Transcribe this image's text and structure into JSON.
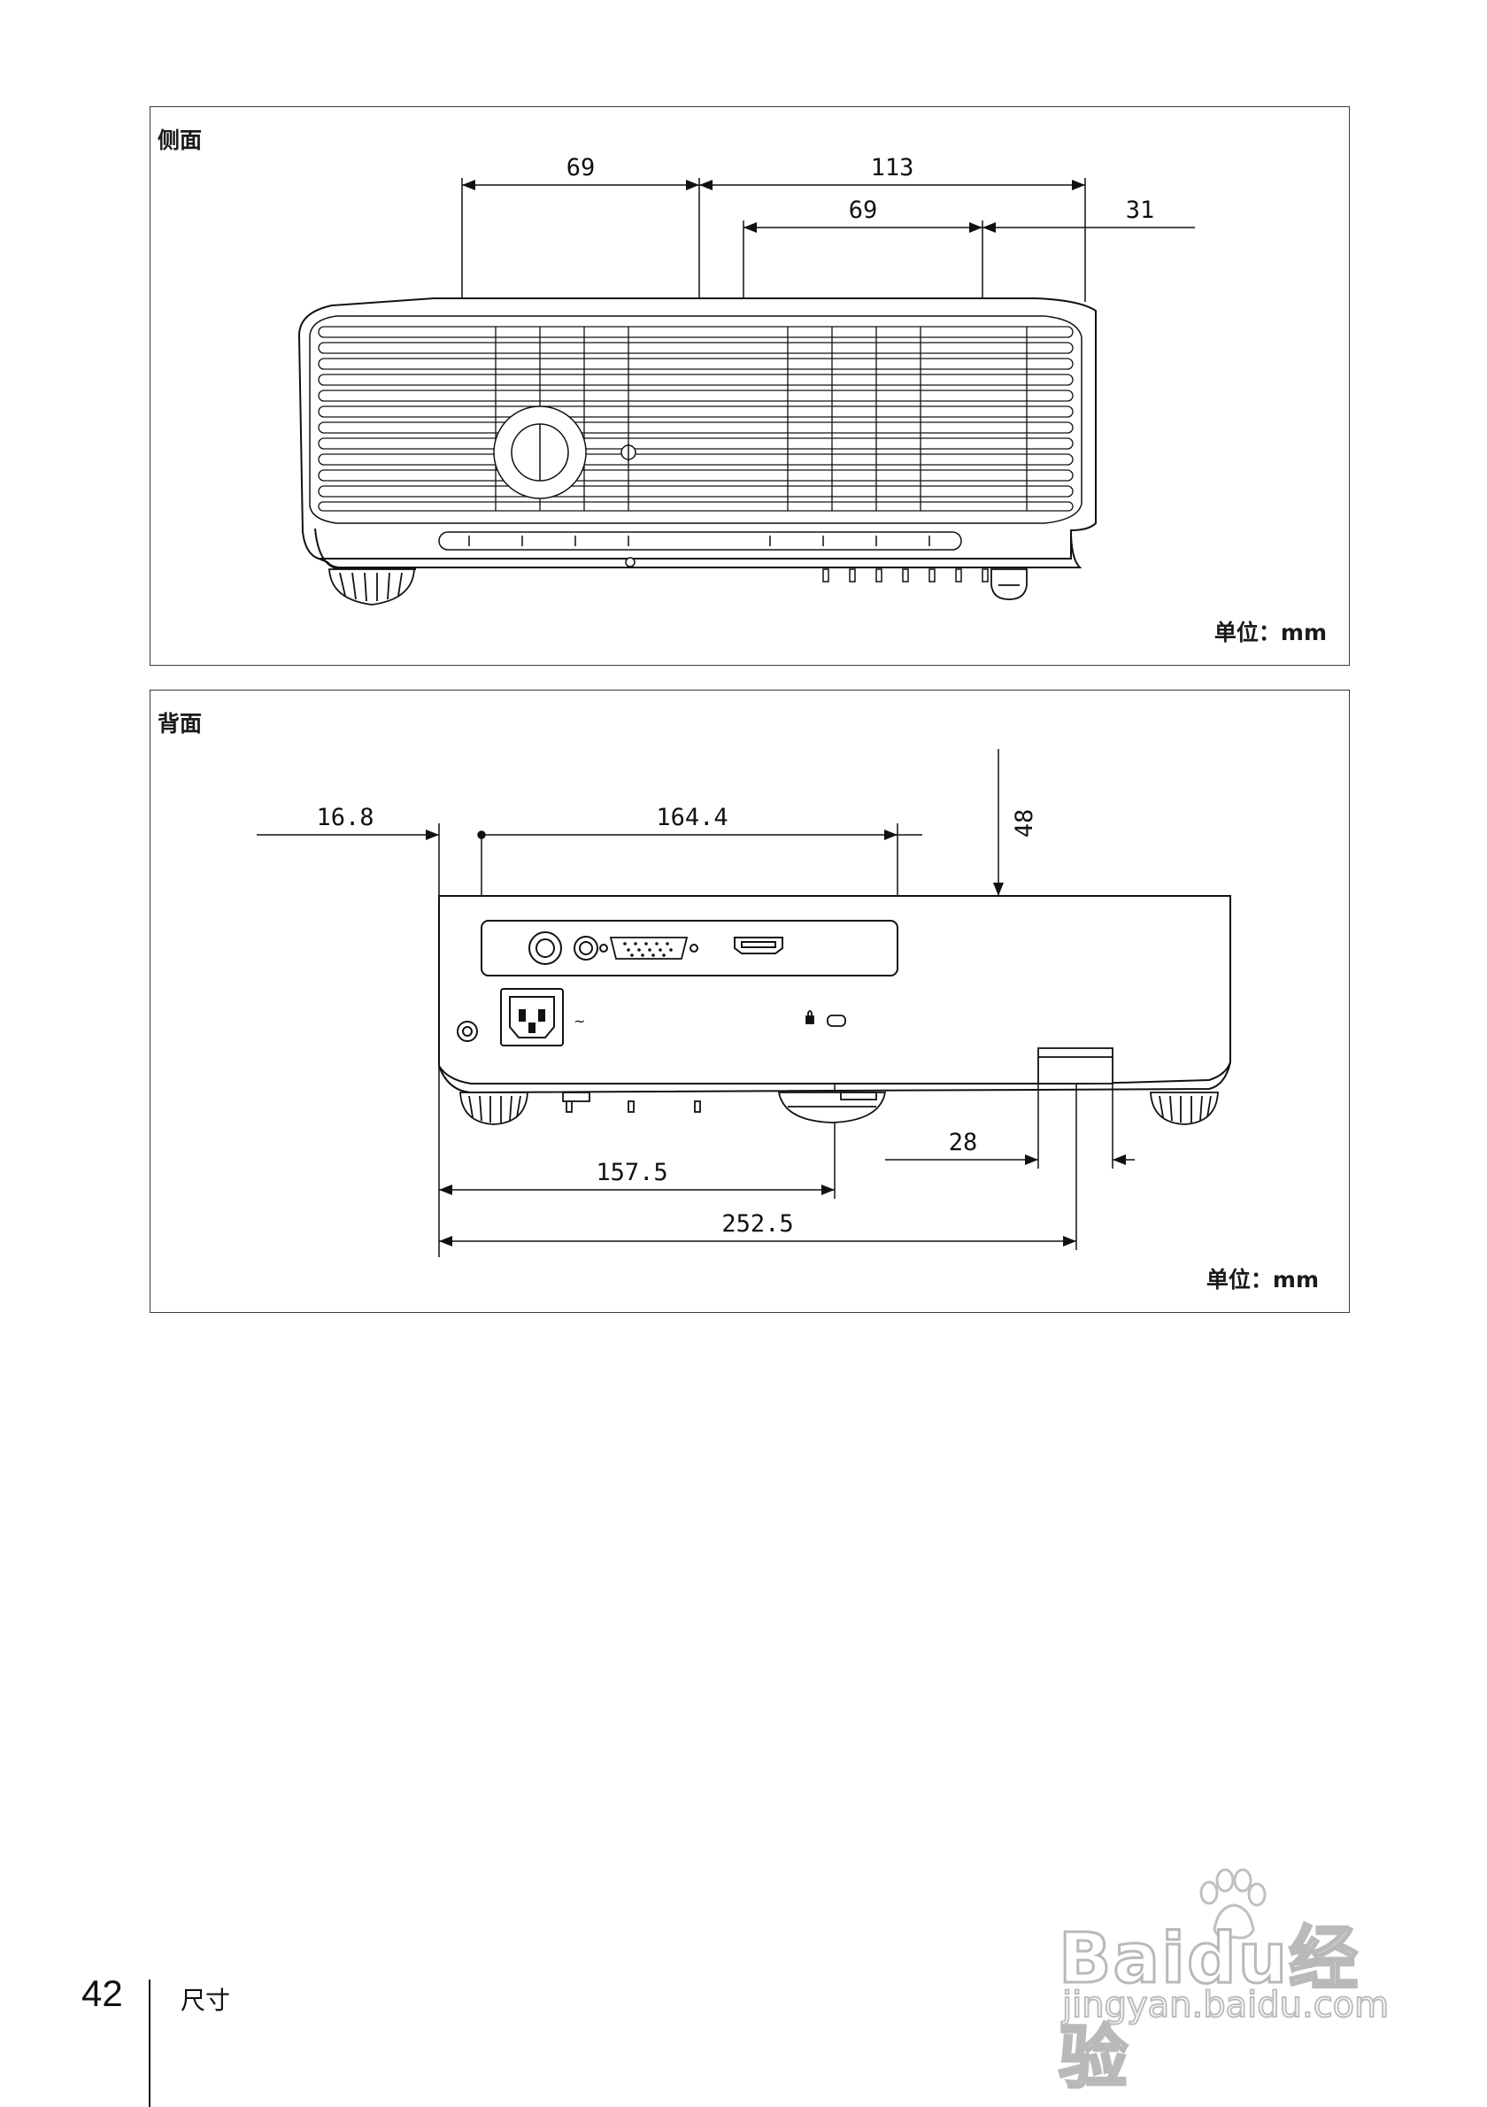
{
  "side_view": {
    "title": "侧面",
    "dimensions": {
      "d1": "69",
      "d2": "113",
      "d3": "69",
      "d4": "31"
    },
    "unit": "单位：mm"
  },
  "rear_view": {
    "title": "背面",
    "dimensions": {
      "d1": "16.8",
      "d2": "164.4",
      "d3": "48",
      "d4": "28",
      "d5": "157.5",
      "d6": "252.5"
    },
    "unit": "单位：mm"
  },
  "footer": {
    "page_number": "42",
    "section": "尺寸"
  },
  "watermark": {
    "main": "Baidu经验",
    "sub": "jingyan.baidu.com"
  }
}
